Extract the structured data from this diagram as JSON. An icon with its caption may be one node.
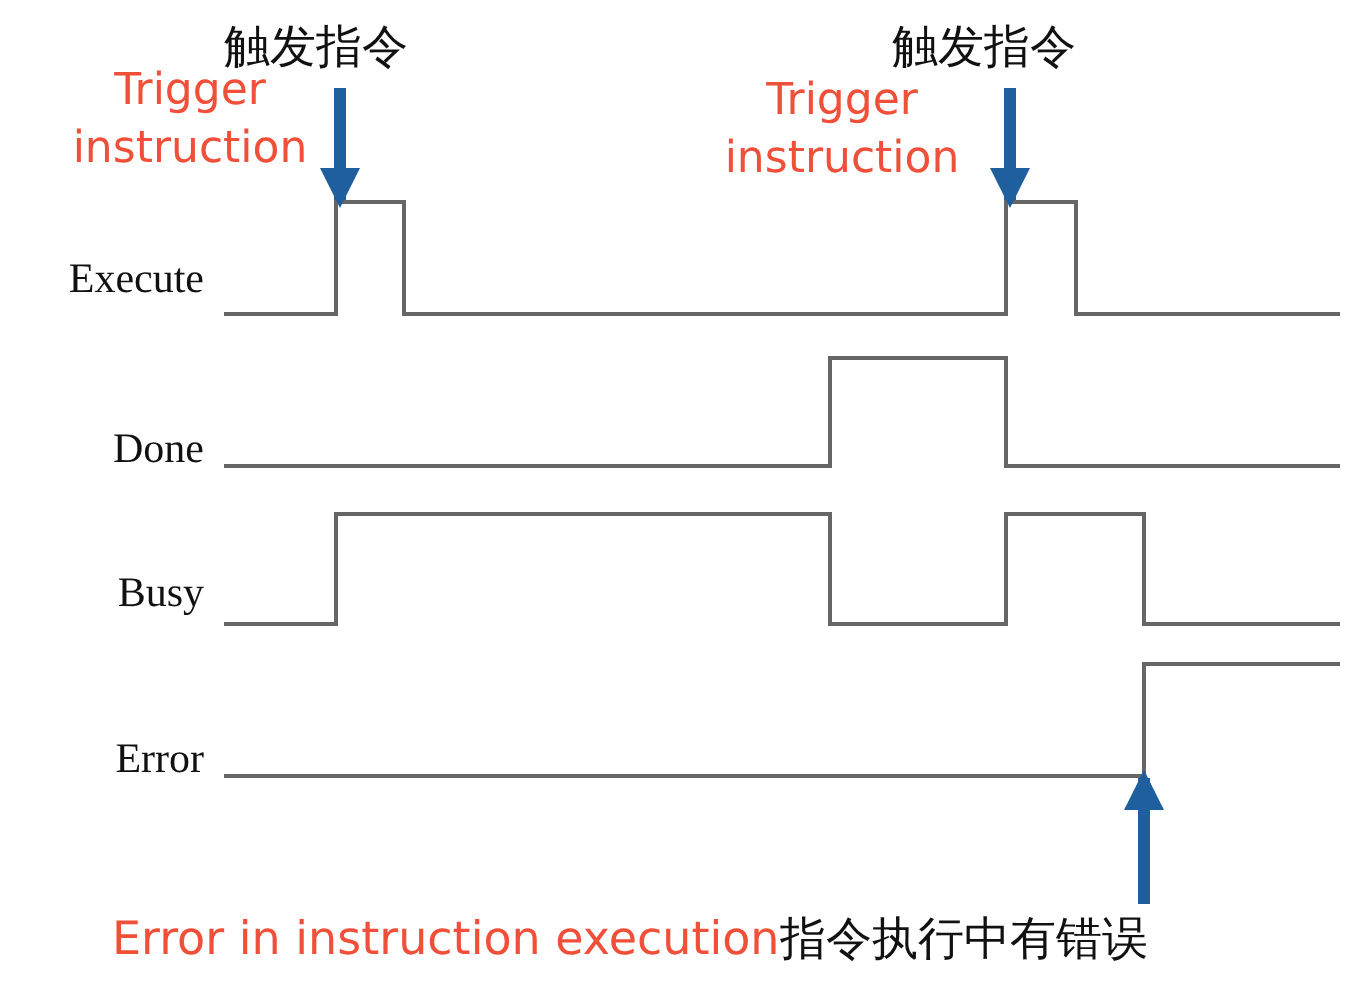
{
  "diagram": {
    "nodes": [
      {
        "text": [
          "触发指令"
        ],
        "beside": [
          "Trigger instruction"
        ]
      },
      {
        "text": [
          "触发指令"
        ],
        "beside": [
          "Trigger instruction"
        ]
      },
      {
        "text": [
          "Error in instruction execution",
          "指令执行中有错误"
        ]
      },
      {
        "text": [],
        "shape": "bar"
      },
      {
        "text": [],
        "shape": "bar"
      },
      {
        "text": [],
        "shape": "bar"
      }
    ],
    "edges": [
      {
        "from": 0,
        "to": 3,
        "arrow": "to",
        "color": "#1f5f9e"
      },
      {
        "from": 1,
        "to": 4,
        "arrow": "to",
        "color": "#1f5f9e"
      },
      {
        "from": 2,
        "to": 5,
        "arrow": "to",
        "color": "#1f5f9e"
      }
    ],
    "labels": [
      "Execute",
      "Done",
      "Busy",
      "Error"
    ]
  }
}
